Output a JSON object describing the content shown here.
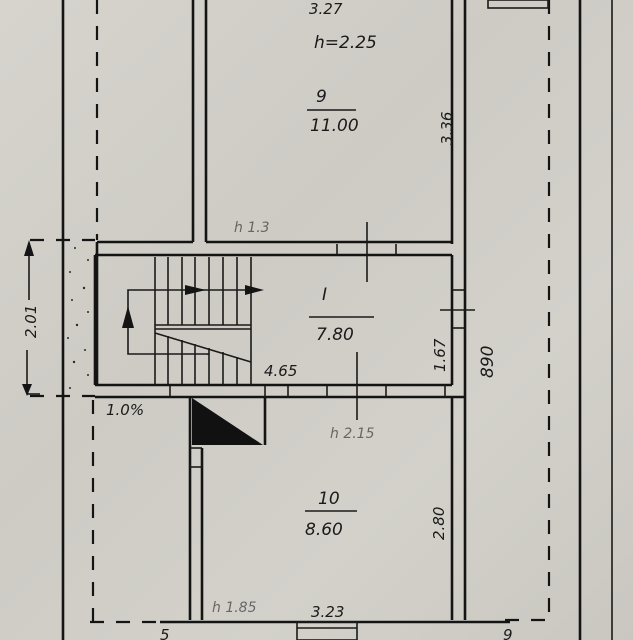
{
  "plan": {
    "type": "architectural-floor-plan",
    "colors": {
      "paper": "#d2d0c9",
      "ink": "#141414"
    },
    "rooms": [
      {
        "id": "room-9",
        "number": "9",
        "area": "11.00",
        "width_label": "3.27",
        "height_label": "h=2.25",
        "side_dim": "3.36"
      },
      {
        "id": "room-I",
        "number": "I",
        "area": "7.80",
        "side_dim": "1.67",
        "stair_dim": "4.65"
      },
      {
        "id": "room-10",
        "number": "10",
        "area": "8.60",
        "side_dim": "2.80",
        "width_label": "3.23",
        "height_label": "h 1.85"
      }
    ],
    "labels": {
      "top_height_partial": "h 1.3",
      "mid_faint": "h 2.15",
      "slope": "1.0%",
      "left_dim": "2.01",
      "total_dim": "890",
      "section_left": "5",
      "section_right": "9"
    }
  }
}
